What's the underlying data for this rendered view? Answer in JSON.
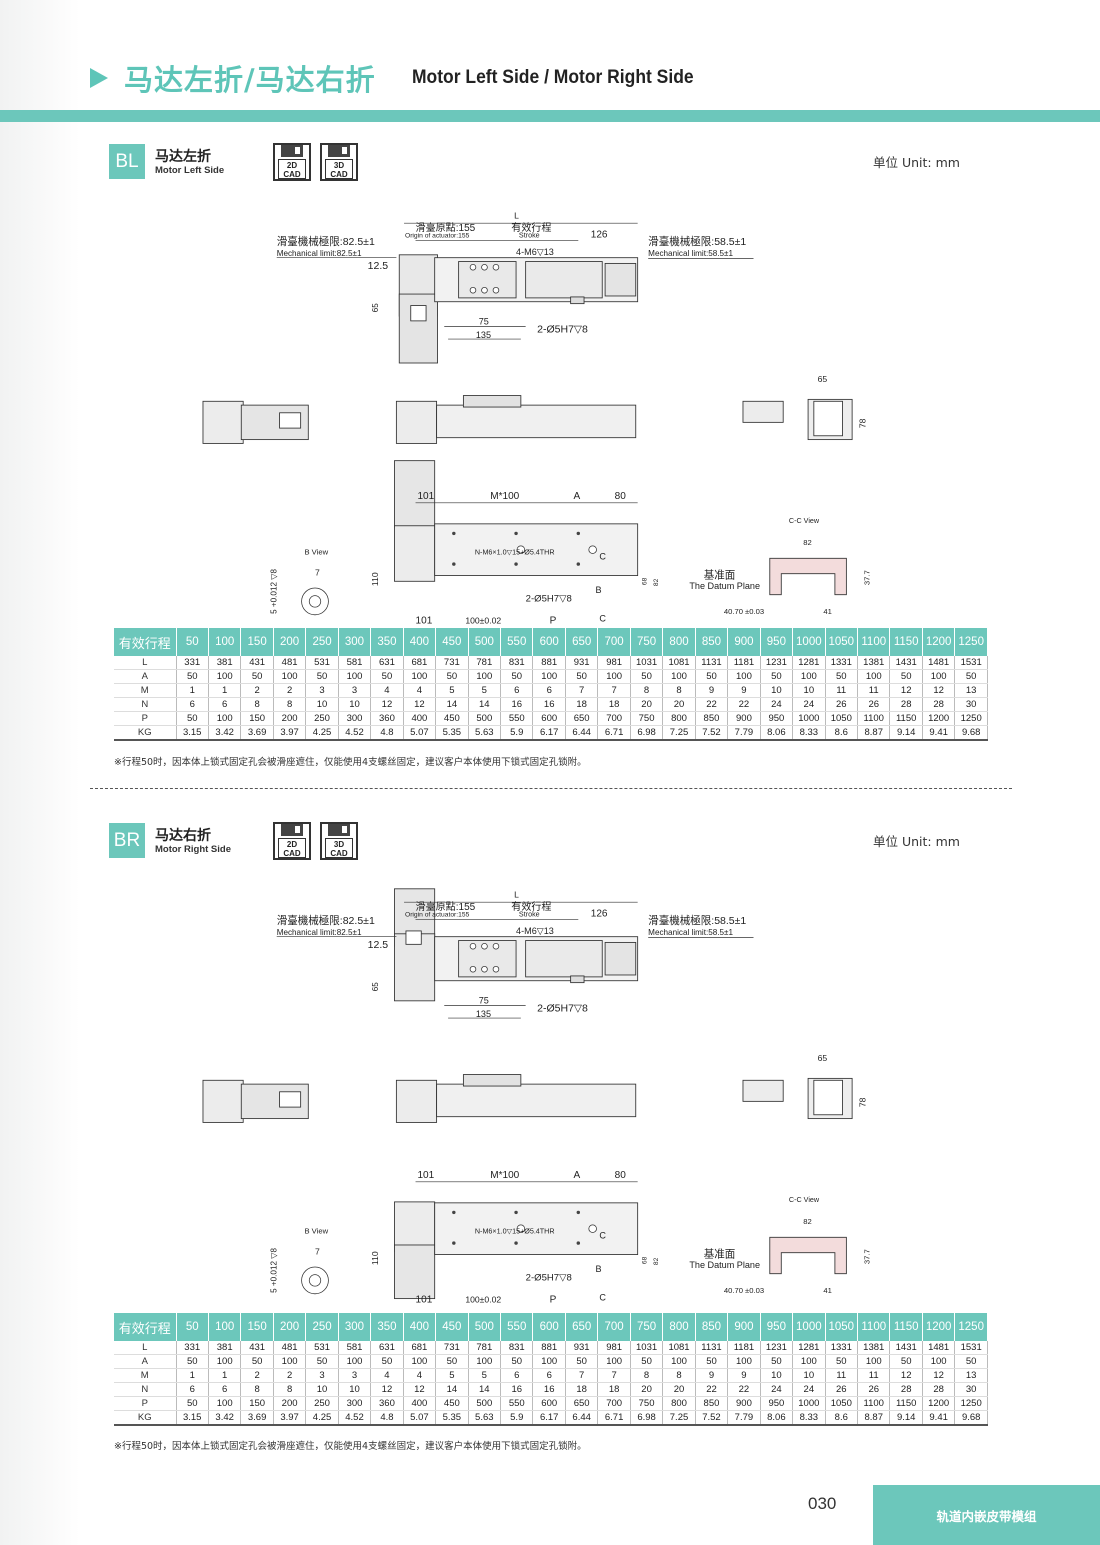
{
  "header": {
    "title_cn": "马达左折/马达右折",
    "title_en": "Motor Left Side / Motor Right Side"
  },
  "sections": [
    {
      "code": "BL",
      "name_cn": "马达左折",
      "name_en": "Motor Left Side",
      "cad": [
        "2D",
        "CAD",
        "3D",
        "CAD"
      ],
      "unit": "单位 Unit: mm",
      "drawing": {
        "L": "L",
        "origin_cn": "滑臺原點:155",
        "origin_en": "Origin of actuator:155",
        "stroke_cn": "有效行程",
        "stroke_en": "Stroke",
        "d126": "126",
        "mech_left_cn": "滑臺機械極限:82.5±1",
        "mech_left_en": "Mechanical limit:82.5±1",
        "mech_right_cn": "滑臺機械極限:58.5±1",
        "mech_right_en": "Mechanical limit:58.5±1",
        "m6": "4-M6▽13",
        "d12_5": "12.5",
        "d65": "65",
        "d75": "75",
        "d135": "135",
        "pin": "2-Ø5H7▽8",
        "d65b": "65",
        "d78": "78",
        "d101": "101",
        "m100": "M*100",
        "A": "A",
        "d80": "80",
        "cc_view": "C-C View",
        "b_view": "B View",
        "nm6": "N-M6×1.0▽15+Ø5.4THR",
        "C": "C",
        "d7": "7",
        "d110": "110",
        "B": "B",
        "d68": "68",
        "d82": "82",
        "tol5": "5 +0.012 ▽8",
        "d100": "100±0.02",
        "P": "P",
        "datum_cn": "基准面",
        "datum_en": "The Datum Plane",
        "d40_7": "40.70 ±0.03",
        "d41": "41",
        "d82b": "82",
        "d37_7": "37.7"
      },
      "table_head": "有效行程",
      "strokes": [
        "50",
        "100",
        "150",
        "200",
        "250",
        "300",
        "350",
        "400",
        "450",
        "500",
        "550",
        "600",
        "650",
        "700",
        "750",
        "800",
        "850",
        "900",
        "950",
        "1000",
        "1050",
        "1100",
        "1150",
        "1200",
        "1250"
      ],
      "rows": [
        {
          "label": "L",
          "values": [
            "331",
            "381",
            "431",
            "481",
            "531",
            "581",
            "631",
            "681",
            "731",
            "781",
            "831",
            "881",
            "931",
            "981",
            "1031",
            "1081",
            "1131",
            "1181",
            "1231",
            "1281",
            "1331",
            "1381",
            "1431",
            "1481",
            "1531"
          ]
        },
        {
          "label": "A",
          "values": [
            "50",
            "100",
            "50",
            "100",
            "50",
            "100",
            "50",
            "100",
            "50",
            "100",
            "50",
            "100",
            "50",
            "100",
            "50",
            "100",
            "50",
            "100",
            "50",
            "100",
            "50",
            "100",
            "50",
            "100",
            "50"
          ]
        },
        {
          "label": "M",
          "values": [
            "1",
            "1",
            "2",
            "2",
            "3",
            "3",
            "4",
            "4",
            "5",
            "5",
            "6",
            "6",
            "7",
            "7",
            "8",
            "8",
            "9",
            "9",
            "10",
            "10",
            "11",
            "11",
            "12",
            "12",
            "13"
          ]
        },
        {
          "label": "N",
          "values": [
            "6",
            "6",
            "8",
            "8",
            "10",
            "10",
            "12",
            "12",
            "14",
            "14",
            "16",
            "16",
            "18",
            "18",
            "20",
            "20",
            "22",
            "22",
            "24",
            "24",
            "26",
            "26",
            "28",
            "28",
            "30"
          ]
        },
        {
          "label": "P",
          "values": [
            "50",
            "100",
            "150",
            "200",
            "250",
            "300",
            "360",
            "400",
            "450",
            "500",
            "550",
            "600",
            "650",
            "700",
            "750",
            "800",
            "850",
            "900",
            "950",
            "1000",
            "1050",
            "1100",
            "1150",
            "1200",
            "1250"
          ]
        },
        {
          "label": "KG",
          "values": [
            "3.15",
            "3.42",
            "3.69",
            "3.97",
            "4.25",
            "4.52",
            "4.8",
            "5.07",
            "5.35",
            "5.63",
            "5.9",
            "6.17",
            "6.44",
            "6.71",
            "6.98",
            "7.25",
            "7.52",
            "7.79",
            "8.06",
            "8.33",
            "8.6",
            "8.87",
            "9.14",
            "9.41",
            "9.68"
          ]
        }
      ],
      "note": "※行程50时，因本体上锁式固定孔会被滑座遮住，仅能使用4支螺丝固定，建议客户本体使用下锁式固定孔锁附。"
    },
    {
      "code": "BR",
      "name_cn": "马达右折",
      "name_en": "Motor Right Side",
      "cad": [
        "2D",
        "CAD",
        "3D",
        "CAD"
      ],
      "unit": "单位 Unit: mm",
      "drawing": {
        "L": "L",
        "origin_cn": "滑臺原點:155",
        "origin_en": "Origin of actuator:155",
        "stroke_cn": "有效行程",
        "stroke_en": "Stroke",
        "d126": "126",
        "mech_left_cn": "滑臺機械極限:82.5±1",
        "mech_left_en": "Mechanical limit:82.5±1",
        "mech_right_cn": "滑臺機械極限:58.5±1",
        "mech_right_en": "Mechanical limit:58.5±1",
        "m6": "4-M6▽13",
        "d12_5": "12.5",
        "d65": "65",
        "d75": "75",
        "d135": "135",
        "pin": "2-Ø5H7▽8",
        "d65b": "65",
        "d78": "78",
        "d101": "101",
        "m100": "M*100",
        "A": "A",
        "d80": "80",
        "cc_view": "C-C View",
        "b_view": "B View",
        "nm6": "N-M6×1.0▽15+Ø5.4THR",
        "C": "C",
        "d7": "7",
        "d110": "110",
        "B": "B",
        "d68": "68",
        "d82": "82",
        "tol5": "5 +0.012 ▽8",
        "d100": "100±0.02",
        "P": "P",
        "datum_cn": "基准面",
        "datum_en": "The Datum Plane",
        "d40_7": "40.70 ±0.03",
        "d41": "41",
        "d82b": "82",
        "d37_7": "37.7"
      },
      "table_head": "有效行程",
      "strokes": [
        "50",
        "100",
        "150",
        "200",
        "250",
        "300",
        "350",
        "400",
        "450",
        "500",
        "550",
        "600",
        "650",
        "700",
        "750",
        "800",
        "850",
        "900",
        "950",
        "1000",
        "1050",
        "1100",
        "1150",
        "1200",
        "1250"
      ],
      "rows": [
        {
          "label": "L",
          "values": [
            "331",
            "381",
            "431",
            "481",
            "531",
            "581",
            "631",
            "681",
            "731",
            "781",
            "831",
            "881",
            "931",
            "981",
            "1031",
            "1081",
            "1131",
            "1181",
            "1231",
            "1281",
            "1331",
            "1381",
            "1431",
            "1481",
            "1531"
          ]
        },
        {
          "label": "A",
          "values": [
            "50",
            "100",
            "50",
            "100",
            "50",
            "100",
            "50",
            "100",
            "50",
            "100",
            "50",
            "100",
            "50",
            "100",
            "50",
            "100",
            "50",
            "100",
            "50",
            "100",
            "50",
            "100",
            "50",
            "100",
            "50"
          ]
        },
        {
          "label": "M",
          "values": [
            "1",
            "1",
            "2",
            "2",
            "3",
            "3",
            "4",
            "4",
            "5",
            "5",
            "6",
            "6",
            "7",
            "7",
            "8",
            "8",
            "9",
            "9",
            "10",
            "10",
            "11",
            "11",
            "12",
            "12",
            "13"
          ]
        },
        {
          "label": "N",
          "values": [
            "6",
            "6",
            "8",
            "8",
            "10",
            "10",
            "12",
            "12",
            "14",
            "14",
            "16",
            "16",
            "18",
            "18",
            "20",
            "20",
            "22",
            "22",
            "24",
            "24",
            "26",
            "26",
            "28",
            "28",
            "30"
          ]
        },
        {
          "label": "P",
          "values": [
            "50",
            "100",
            "150",
            "200",
            "250",
            "300",
            "360",
            "400",
            "450",
            "500",
            "550",
            "600",
            "650",
            "700",
            "750",
            "800",
            "850",
            "900",
            "950",
            "1000",
            "1050",
            "1100",
            "1150",
            "1200",
            "1250"
          ]
        },
        {
          "label": "KG",
          "values": [
            "3.15",
            "3.42",
            "3.69",
            "3.97",
            "4.25",
            "4.52",
            "4.8",
            "5.07",
            "5.35",
            "5.63",
            "5.9",
            "6.17",
            "6.44",
            "6.71",
            "6.98",
            "7.25",
            "7.52",
            "7.79",
            "8.06",
            "8.33",
            "8.6",
            "8.87",
            "9.14",
            "9.41",
            "9.68"
          ]
        }
      ],
      "note": "※行程50时，因本体上锁式固定孔会被滑座遮住，仅能使用4支螺丝固定，建议客户本体使用下锁式固定孔锁附。"
    }
  ],
  "footer": {
    "page": "030",
    "tab": "轨道内嵌皮带模组"
  },
  "colors": {
    "accent": "#6cc7bb",
    "title": "#5ec5b8"
  }
}
